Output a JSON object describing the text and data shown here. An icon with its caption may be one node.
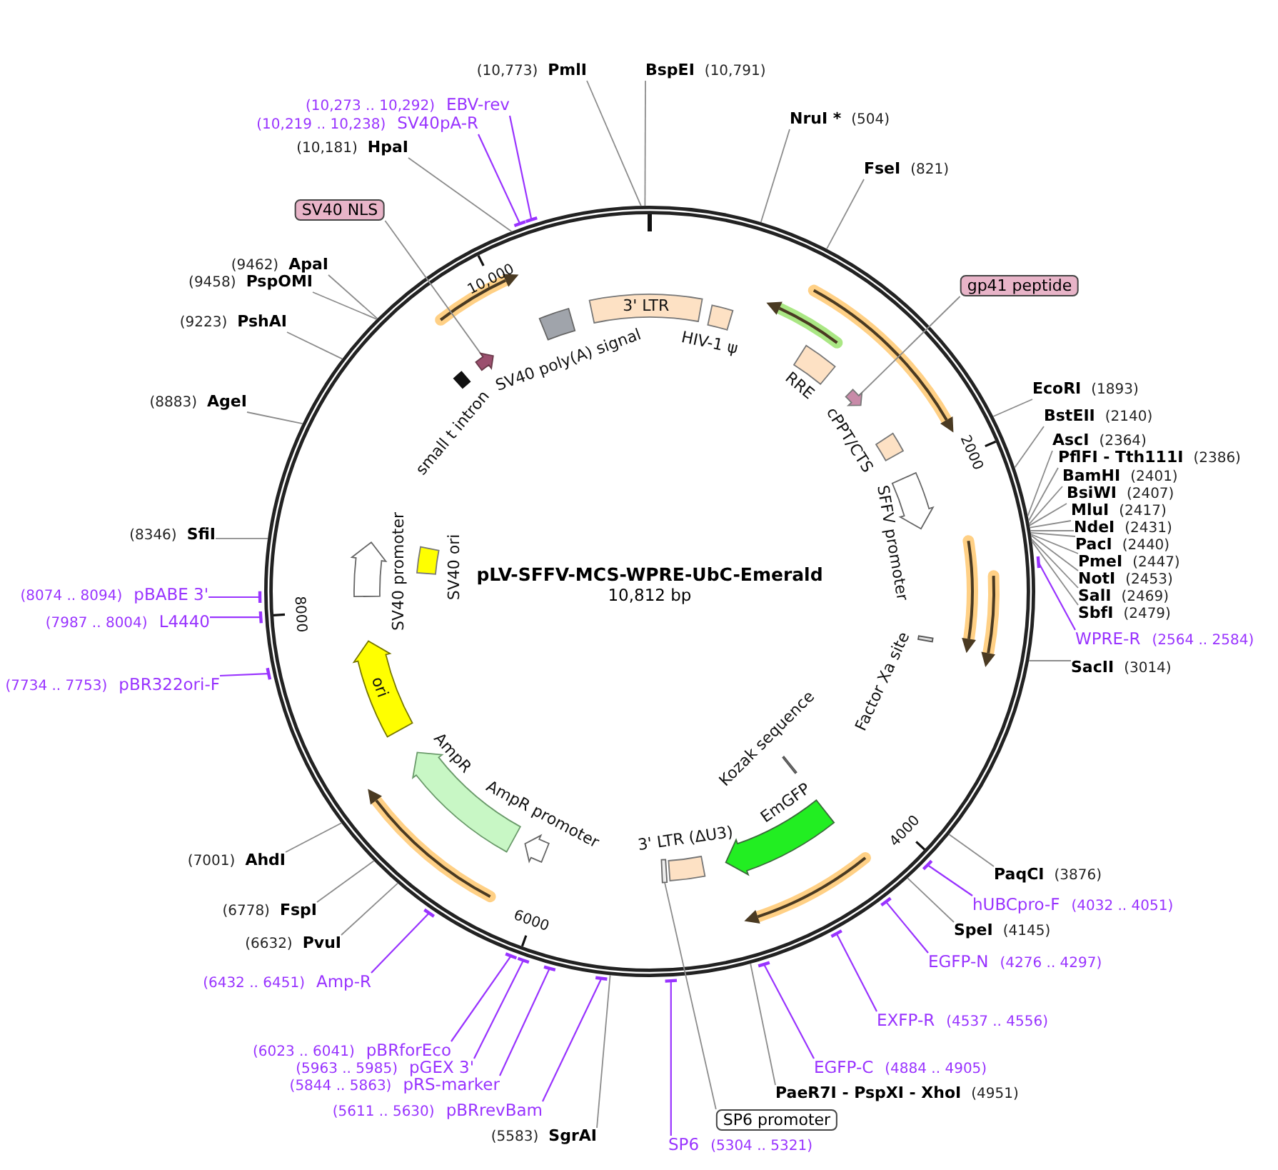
{
  "diagram": {
    "title": "pLV-SFFV-MCS-WPRE-UbC-Emerald",
    "caption": "10,812 bp",
    "nodes": [
      {
        "text": [
          "(10,773)",
          "PmlI"
        ]
      },
      {
        "text": [
          "BspEI",
          "(10,791)"
        ]
      },
      {
        "text": [
          "NruI *",
          "(504)"
        ]
      },
      {
        "text": [
          "FseI",
          "(821)"
        ]
      },
      {
        "text": [
          "gp41 peptide"
        ]
      },
      {
        "text": [
          "EcoRI",
          "(1893)"
        ]
      },
      {
        "text": [
          "BstEII",
          "(2140)"
        ]
      },
      {
        "text": [
          "AscI",
          "(2364)"
        ]
      },
      {
        "text": [
          "PflFI - Tth111I",
          "(2386)"
        ]
      },
      {
        "text": [
          "BamHI",
          "(2401)"
        ]
      },
      {
        "text": [
          "BsiWI",
          "(2407)"
        ]
      },
      {
        "text": [
          "MluI",
          "(2417)"
        ]
      },
      {
        "text": [
          "NdeI",
          "(2431)"
        ]
      },
      {
        "text": [
          "PacI",
          "(2440)"
        ]
      },
      {
        "text": [
          "PmeI",
          "(2447)"
        ]
      },
      {
        "text": [
          "NotI",
          "(2453)"
        ]
      },
      {
        "text": [
          "SalI",
          "(2469)"
        ]
      },
      {
        "text": [
          "SbfI",
          "(2479)"
        ]
      },
      {
        "text": [
          "WPRE-R",
          "(2564 .. 2584)"
        ]
      },
      {
        "text": [
          "SacII",
          "(3014)"
        ]
      },
      {
        "text": [
          "PaqCI",
          "(3876)"
        ]
      },
      {
        "text": [
          "hUBCpro-F",
          "(4032 .. 4051)"
        ]
      },
      {
        "text": [
          "SpeI",
          "(4145)"
        ]
      },
      {
        "text": [
          "EGFP-N",
          "(4276 .. 4297)"
        ]
      },
      {
        "text": [
          "EXFP-R",
          "(4537 .. 4556)"
        ]
      },
      {
        "text": [
          "EGFP-C",
          "(4884 .. 4905)"
        ]
      },
      {
        "text": [
          "PaeR7I - PspXI - XhoI",
          "(4951)"
        ]
      },
      {
        "text": [
          "SP6 promoter"
        ]
      },
      {
        "text": [
          "SP6",
          "(5304 .. 5321)"
        ]
      },
      {
        "text": [
          "(5583)",
          "SgrAI"
        ]
      },
      {
        "text": [
          "(5611 .. 5630)",
          "pBRrevBam"
        ]
      },
      {
        "text": [
          "(5844 .. 5863)",
          "pRS-marker"
        ]
      },
      {
        "text": [
          "(5963 .. 5985)",
          "pGEX 3'"
        ]
      },
      {
        "text": [
          "(6023 .. 6041)",
          "pBRforEco"
        ]
      },
      {
        "text": [
          "(6432 .. 6451)",
          "Amp-R"
        ]
      },
      {
        "text": [
          "(6632)",
          "PvuI"
        ]
      },
      {
        "text": [
          "(6778)",
          "FspI"
        ]
      },
      {
        "text": [
          "(7001)",
          "AhdI"
        ]
      },
      {
        "text": [
          "(7734 .. 7753)",
          "pBR322ori-F"
        ]
      },
      {
        "text": [
          "(7987 .. 8004)",
          "L4440"
        ]
      },
      {
        "text": [
          "(8074 .. 8094)",
          "pBABE 3'"
        ]
      },
      {
        "text": [
          "(8346)",
          "SfiI"
        ]
      },
      {
        "text": [
          "(8883)",
          "AgeI"
        ]
      },
      {
        "text": [
          "(9223)",
          "PshAI"
        ]
      },
      {
        "text": [
          "(9458)",
          "PspOMI"
        ]
      },
      {
        "text": [
          "(9462)",
          "ApaI"
        ]
      },
      {
        "text": [
          "SV40 NLS"
        ]
      },
      {
        "text": [
          "(10,181)",
          "HpaI"
        ]
      },
      {
        "text": [
          "(10,219 .. 10,238)",
          "SV40pA-R"
        ]
      },
      {
        "text": [
          "(10,273 .. 10,292)",
          "EBV-rev"
        ]
      },
      {
        "text": [
          "3' LTR"
        ]
      },
      {
        "text": [],
        "shape": "box",
        "beside": [
          "HIV-1 ψ"
        ]
      },
      {
        "text": [],
        "shape": "box",
        "beside": [
          "RRE"
        ]
      },
      {
        "text": [],
        "shape": "arrow"
      },
      {
        "text": [],
        "shape": "box",
        "beside": [
          "cPPT/CTS"
        ]
      },
      {
        "text": [],
        "shape": "arrow",
        "beside": [
          "SFFV promoter"
        ]
      },
      {
        "text": [],
        "shape": "bar",
        "beside": [
          "Factor Xa site"
        ]
      },
      {
        "text": [],
        "shape": "bar",
        "beside": [
          "Kozak sequence"
        ]
      },
      {
        "text": [],
        "shape": "arrow",
        "beside": [
          "EmGFP"
        ]
      },
      {
        "text": [],
        "shape": "box",
        "beside": [
          "3' LTR (ΔU3)"
        ]
      },
      {
        "text": [],
        "shape": "bar"
      },
      {
        "text": [],
        "shape": "arrow",
        "beside": [
          "AmpR promoter"
        ]
      },
      {
        "text": [],
        "shape": "arrow",
        "beside": [
          "AmpR"
        ]
      },
      {
        "text": [
          "ori"
        ]
      },
      {
        "text": [],
        "shape": "arrow",
        "beside": [
          "SV40 promoter"
        ]
      },
      {
        "text": [],
        "shape": "box",
        "beside": [
          "SV40 ori"
        ]
      },
      {
        "text": [],
        "shape": "bar",
        "beside": [
          "small t intron"
        ]
      },
      {
        "text": [],
        "shape": "arrow"
      },
      {
        "text": [],
        "shape": "box",
        "beside": [
          "SV40 poly(A) signal"
        ]
      }
    ],
    "edges": [
      {
        "from": 0,
        "to": null,
        "arrow": "none"
      },
      {
        "from": 1,
        "to": null,
        "arrow": "none"
      },
      {
        "from": 2,
        "to": null,
        "arrow": "none"
      },
      {
        "from": 3,
        "to": null,
        "arrow": "none"
      },
      {
        "from": 4,
        "to": 53,
        "arrow": "none"
      },
      {
        "from": 5,
        "to": null,
        "arrow": "none"
      },
      {
        "from": 6,
        "to": null,
        "arrow": "none"
      },
      {
        "from": 7,
        "to": null,
        "arrow": "none"
      },
      {
        "from": 8,
        "to": null,
        "arrow": "none"
      },
      {
        "from": 9,
        "to": null,
        "arrow": "none"
      },
      {
        "from": 10,
        "to": null,
        "arrow": "none"
      },
      {
        "from": 11,
        "to": null,
        "arrow": "none"
      },
      {
        "from": 12,
        "to": null,
        "arrow": "none"
      },
      {
        "from": 13,
        "to": null,
        "arrow": "none"
      },
      {
        "from": 14,
        "to": null,
        "arrow": "none"
      },
      {
        "from": 15,
        "to": null,
        "arrow": "none"
      },
      {
        "from": 16,
        "to": null,
        "arrow": "none"
      },
      {
        "from": 17,
        "to": null,
        "arrow": "none"
      },
      {
        "from": 18,
        "to": null,
        "arrow": "none",
        "color": "#9933ff"
      },
      {
        "from": 19,
        "to": null,
        "arrow": "none"
      },
      {
        "from": 20,
        "to": null,
        "arrow": "none"
      },
      {
        "from": 21,
        "to": null,
        "arrow": "none",
        "color": "#9933ff"
      },
      {
        "from": 22,
        "to": null,
        "arrow": "none"
      },
      {
        "from": 23,
        "to": null,
        "arrow": "none",
        "color": "#9933ff"
      },
      {
        "from": 24,
        "to": null,
        "arrow": "none",
        "color": "#9933ff"
      },
      {
        "from": 25,
        "to": null,
        "arrow": "none",
        "color": "#9933ff"
      },
      {
        "from": 26,
        "to": null,
        "arrow": "none"
      },
      {
        "from": 27,
        "to": 60,
        "arrow": "none"
      },
      {
        "from": 28,
        "to": null,
        "arrow": "none",
        "color": "#9933ff"
      },
      {
        "from": 29,
        "to": null,
        "arrow": "none"
      },
      {
        "from": 30,
        "to": null,
        "arrow": "none",
        "color": "#9933ff"
      },
      {
        "from": 31,
        "to": null,
        "arrow": "none",
        "color": "#9933ff"
      },
      {
        "from": 32,
        "to": null,
        "arrow": "none",
        "color": "#9933ff"
      },
      {
        "from": 33,
        "to": null,
        "arrow": "none",
        "color": "#9933ff"
      },
      {
        "from": 34,
        "to": null,
        "arrow": "none",
        "color": "#9933ff"
      },
      {
        "from": 35,
        "to": null,
        "arrow": "none"
      },
      {
        "from": 36,
        "to": null,
        "arrow": "none"
      },
      {
        "from": 37,
        "to": null,
        "arrow": "none"
      },
      {
        "from": 38,
        "to": null,
        "arrow": "none",
        "color": "#9933ff"
      },
      {
        "from": 39,
        "to": null,
        "arrow": "none",
        "color": "#9933ff"
      },
      {
        "from": 40,
        "to": null,
        "arrow": "none",
        "color": "#9933ff"
      },
      {
        "from": 41,
        "to": null,
        "arrow": "none"
      },
      {
        "from": 42,
        "to": null,
        "arrow": "none"
      },
      {
        "from": 43,
        "to": null,
        "arrow": "none"
      },
      {
        "from": 44,
        "to": null,
        "arrow": "none"
      },
      {
        "from": 45,
        "to": null,
        "arrow": "none"
      },
      {
        "from": 46,
        "to": 67,
        "arrow": "none"
      },
      {
        "from": 47,
        "to": null,
        "arrow": "none"
      },
      {
        "from": 48,
        "to": null,
        "arrow": "none",
        "color": "#9933ff"
      },
      {
        "from": 49,
        "to": null,
        "arrow": "none",
        "color": "#9933ff"
      }
    ],
    "labels": [
      "2000",
      "4000",
      "6000",
      "8000",
      "10,000"
    ]
  }
}
